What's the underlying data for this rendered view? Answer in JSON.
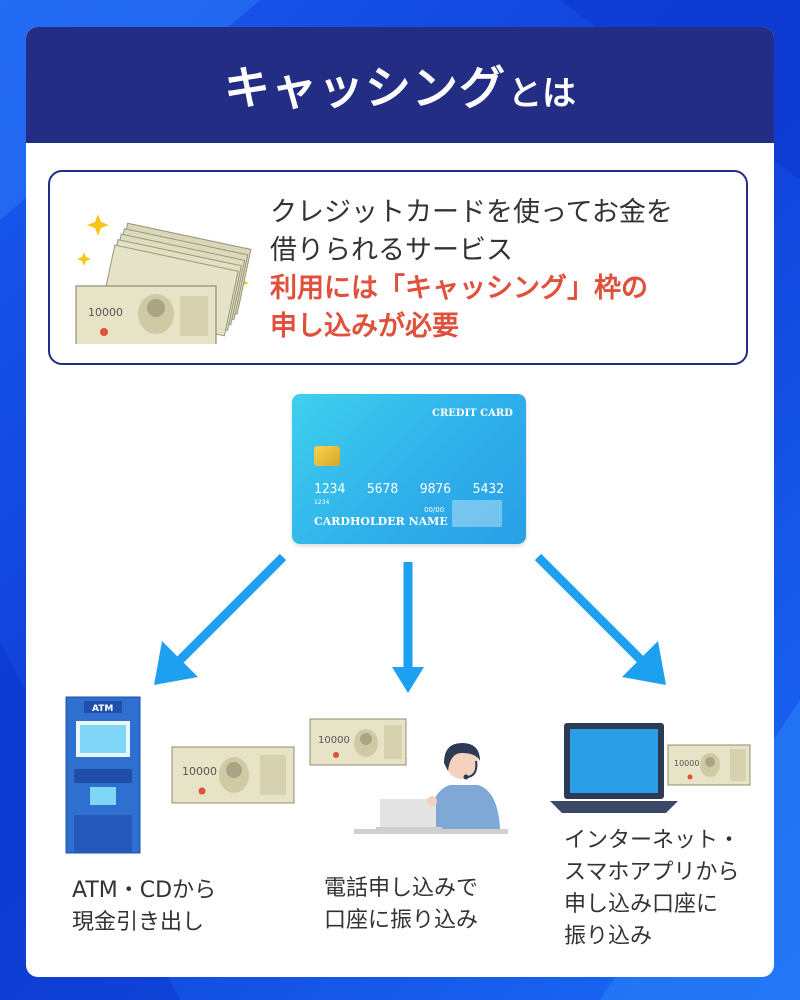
{
  "title": {
    "main": "キャッシング",
    "sub": "とは"
  },
  "info": {
    "lines": [
      "クレジットカードを使ってお金を",
      "借りられるサービス"
    ],
    "highlight_lines": [
      "利用には「キャッシング」枠の",
      "申し込みが必要"
    ]
  },
  "card": {
    "label": "CREDIT CARD",
    "numbers": [
      "1234",
      "5678",
      "9876",
      "5432"
    ],
    "small_number": "1234",
    "valid": "00/00",
    "holder": "CARDHOLDER NAME"
  },
  "banknote": {
    "value": "10000"
  },
  "atm": {
    "sign": "ATM"
  },
  "methods": [
    {
      "lines": [
        "ATM・CDから",
        "現金引き出し"
      ]
    },
    {
      "lines": [
        "電話申し込みで",
        "口座に振り込み"
      ]
    },
    {
      "lines": [
        "インターネット・",
        "スマホアプリから",
        "申し込み口座に",
        "振り込み"
      ]
    }
  ],
  "colors": {
    "title_bar": "#232d84",
    "highlight": "#e0503a",
    "arrow": "#1ea0f0",
    "background": "#1a5cf0"
  }
}
